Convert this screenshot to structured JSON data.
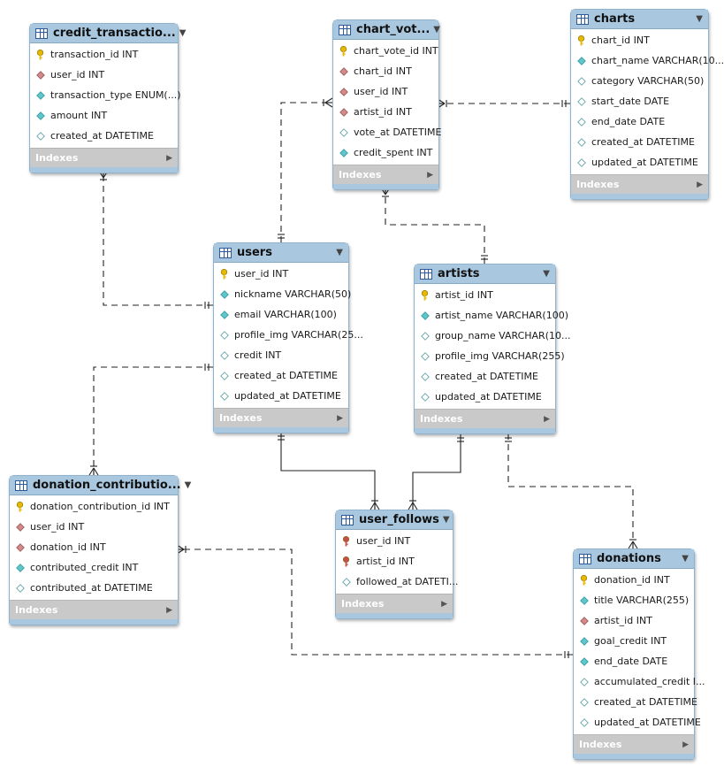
{
  "diagram": {
    "indexes_label": "Indexes",
    "entities": [
      {
        "id": "credit_transactions",
        "title": "credit_transactio...",
        "columns": [
          {
            "text": "transaction_id INT",
            "icon": "primary-key-icon"
          },
          {
            "text": "user_id INT",
            "icon": "foreign-key-icon"
          },
          {
            "text": "transaction_type ENUM(...)",
            "icon": "not-null-column-icon"
          },
          {
            "text": "amount INT",
            "icon": "not-null-column-icon"
          },
          {
            "text": "created_at DATETIME",
            "icon": "nullable-column-icon"
          }
        ]
      },
      {
        "id": "chart_votes",
        "title": "chart_vot...",
        "columns": [
          {
            "text": "chart_vote_id INT",
            "icon": "primary-key-icon"
          },
          {
            "text": "chart_id INT",
            "icon": "foreign-key-icon"
          },
          {
            "text": "user_id INT",
            "icon": "foreign-key-icon"
          },
          {
            "text": "artist_id INT",
            "icon": "foreign-key-icon"
          },
          {
            "text": "vote_at DATETIME",
            "icon": "nullable-column-icon"
          },
          {
            "text": "credit_spent INT",
            "icon": "not-null-column-icon"
          }
        ]
      },
      {
        "id": "charts",
        "title": "charts",
        "columns": [
          {
            "text": "chart_id INT",
            "icon": "primary-key-icon"
          },
          {
            "text": "chart_name VARCHAR(10...",
            "icon": "not-null-column-icon"
          },
          {
            "text": "category VARCHAR(50)",
            "icon": "nullable-column-icon"
          },
          {
            "text": "start_date DATE",
            "icon": "nullable-column-icon"
          },
          {
            "text": "end_date DATE",
            "icon": "nullable-column-icon"
          },
          {
            "text": "created_at DATETIME",
            "icon": "nullable-column-icon"
          },
          {
            "text": "updated_at DATETIME",
            "icon": "nullable-column-icon"
          }
        ]
      },
      {
        "id": "users",
        "title": "users",
        "columns": [
          {
            "text": "user_id INT",
            "icon": "primary-key-icon"
          },
          {
            "text": "nickname VARCHAR(50)",
            "icon": "not-null-column-icon"
          },
          {
            "text": "email VARCHAR(100)",
            "icon": "not-null-column-icon"
          },
          {
            "text": "profile_img VARCHAR(25...",
            "icon": "nullable-column-icon"
          },
          {
            "text": "credit INT",
            "icon": "nullable-column-icon"
          },
          {
            "text": "created_at DATETIME",
            "icon": "nullable-column-icon"
          },
          {
            "text": "updated_at DATETIME",
            "icon": "nullable-column-icon"
          }
        ]
      },
      {
        "id": "artists",
        "title": "artists",
        "columns": [
          {
            "text": "artist_id INT",
            "icon": "primary-key-icon"
          },
          {
            "text": "artist_name VARCHAR(100)",
            "icon": "not-null-column-icon"
          },
          {
            "text": "group_name VARCHAR(10...",
            "icon": "nullable-column-icon"
          },
          {
            "text": "profile_img VARCHAR(255)",
            "icon": "nullable-column-icon"
          },
          {
            "text": "created_at DATETIME",
            "icon": "nullable-column-icon"
          },
          {
            "text": "updated_at DATETIME",
            "icon": "nullable-column-icon"
          }
        ]
      },
      {
        "id": "donation_contributions",
        "title": "donation_contributio...",
        "columns": [
          {
            "text": "donation_contribution_id INT",
            "icon": "primary-key-icon"
          },
          {
            "text": "user_id INT",
            "icon": "foreign-key-icon"
          },
          {
            "text": "donation_id INT",
            "icon": "foreign-key-icon"
          },
          {
            "text": "contributed_credit INT",
            "icon": "not-null-column-icon"
          },
          {
            "text": "contributed_at DATETIME",
            "icon": "nullable-column-icon"
          }
        ]
      },
      {
        "id": "user_follows",
        "title": "user_follows",
        "columns": [
          {
            "text": "user_id INT",
            "icon": "primary-foreign-key-icon"
          },
          {
            "text": "artist_id INT",
            "icon": "primary-foreign-key-icon"
          },
          {
            "text": "followed_at DATETI...",
            "icon": "nullable-column-icon"
          }
        ]
      },
      {
        "id": "donations",
        "title": "donations",
        "columns": [
          {
            "text": "donation_id INT",
            "icon": "primary-key-icon"
          },
          {
            "text": "title VARCHAR(255)",
            "icon": "not-null-column-icon"
          },
          {
            "text": "artist_id INT",
            "icon": "foreign-key-icon"
          },
          {
            "text": "goal_credit INT",
            "icon": "not-null-column-icon"
          },
          {
            "text": "end_date DATE",
            "icon": "not-null-column-icon"
          },
          {
            "text": "accumulated_credit I...",
            "icon": "nullable-column-icon"
          },
          {
            "text": "created_at DATETIME",
            "icon": "nullable-column-icon"
          },
          {
            "text": "updated_at DATETIME",
            "icon": "nullable-column-icon"
          }
        ]
      }
    ],
    "relationships": [
      {
        "id": "users-credit_transactions",
        "from": "users",
        "to": "credit_transactions",
        "style": "non-identifying"
      },
      {
        "id": "users-chart_votes",
        "from": "users",
        "to": "chart_votes",
        "style": "non-identifying"
      },
      {
        "id": "charts-chart_votes",
        "from": "charts",
        "to": "chart_votes",
        "style": "non-identifying"
      },
      {
        "id": "artists-chart_votes",
        "from": "artists",
        "to": "chart_votes",
        "style": "non-identifying"
      },
      {
        "id": "users-donation_contributions",
        "from": "users",
        "to": "donation_contributions",
        "style": "non-identifying"
      },
      {
        "id": "users-user_follows",
        "from": "users",
        "to": "user_follows",
        "style": "identifying"
      },
      {
        "id": "artists-user_follows",
        "from": "artists",
        "to": "user_follows",
        "style": "identifying"
      },
      {
        "id": "artists-donations",
        "from": "artists",
        "to": "donations",
        "style": "non-identifying"
      },
      {
        "id": "donations-donation_contributions",
        "from": "donations",
        "to": "donation_contributions",
        "style": "non-identifying"
      }
    ],
    "colors": {
      "header": "#a9c8e0",
      "footer": "#c9c9c9",
      "primary_key": "#e6b800",
      "foreign_key": "#d28a8a",
      "not_null": "#5fc7cc",
      "nullable": "#ffffff",
      "line": "#222222"
    }
  }
}
